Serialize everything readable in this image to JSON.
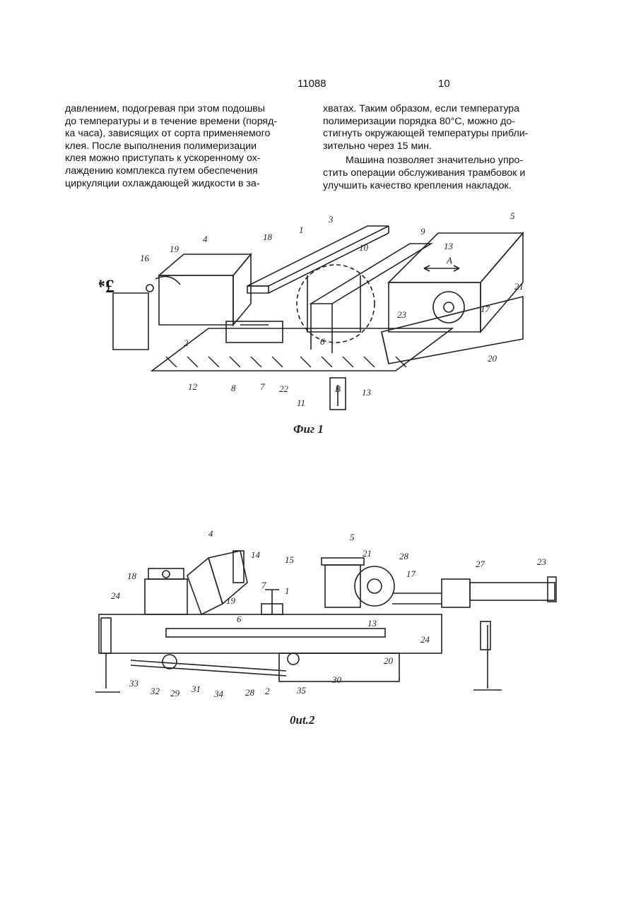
{
  "header": {
    "patent_number": "11088",
    "page_number": "10"
  },
  "left_column": {
    "lines": [
      "давлением, подогревая при этом подошвы",
      "до температуры и в течение времени (поряд-",
      "ка часа), зависящих от сорта применяемого",
      "клея. После выполнения полимеризации",
      "клея можно приступать к ускоренному ох-",
      "лаждению комплекса путем обеспечения",
      "циркуляции охлаждающей жидкости в за-"
    ]
  },
  "right_column": {
    "p1_lines": [
      "хватах. Таким образом, если температура",
      "полимеризации порядка 80°С, можно до-",
      "стигнуть окружающей температуры прибли-",
      "зительно через 15 мин."
    ],
    "p2_lines": [
      "Машина позволяет значительно упро-",
      "стить операции обслуживания трамбовок и",
      "улучшить качество крепления накладок."
    ]
  },
  "figure1": {
    "caption": "Фиг 1",
    "labels": [
      "16",
      "19",
      "4",
      "18",
      "1",
      "3",
      "9",
      "10",
      "13",
      "5",
      "A",
      "21",
      "23",
      "17",
      "2",
      "6",
      "20",
      "12",
      "8",
      "7",
      "22",
      "11",
      "B",
      "13"
    ],
    "corner_mark": "*£"
  },
  "figure2": {
    "caption": "0ut.2",
    "labels": [
      "4",
      "5",
      "14",
      "18",
      "19",
      "15",
      "21",
      "28",
      "17",
      "27",
      "23",
      "7",
      "1",
      "6",
      "13",
      "24",
      "24",
      "33",
      "32",
      "29",
      "31",
      "34",
      "28",
      "2",
      "35",
      "30",
      "20"
    ]
  }
}
